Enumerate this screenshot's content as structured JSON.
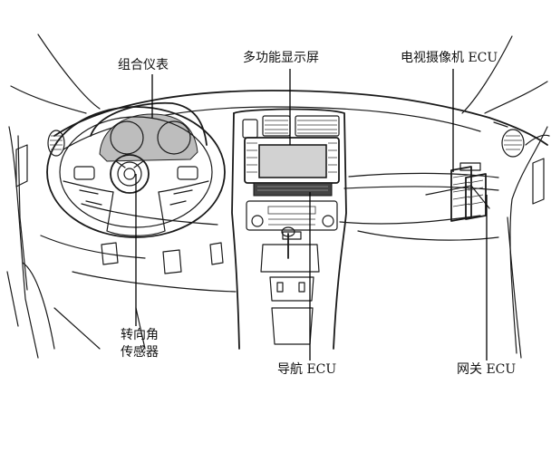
{
  "labels": {
    "combination_meter": "组合仪表",
    "multi_display": "多功能显示屏",
    "tv_camera_ecu": "电视摄像机 ECU",
    "steering_sensor_line1": "转向角",
    "steering_sensor_line2": "传感器",
    "navigation_ecu": "导航 ECU",
    "gateway_ecu": "网关 ECU"
  }
}
